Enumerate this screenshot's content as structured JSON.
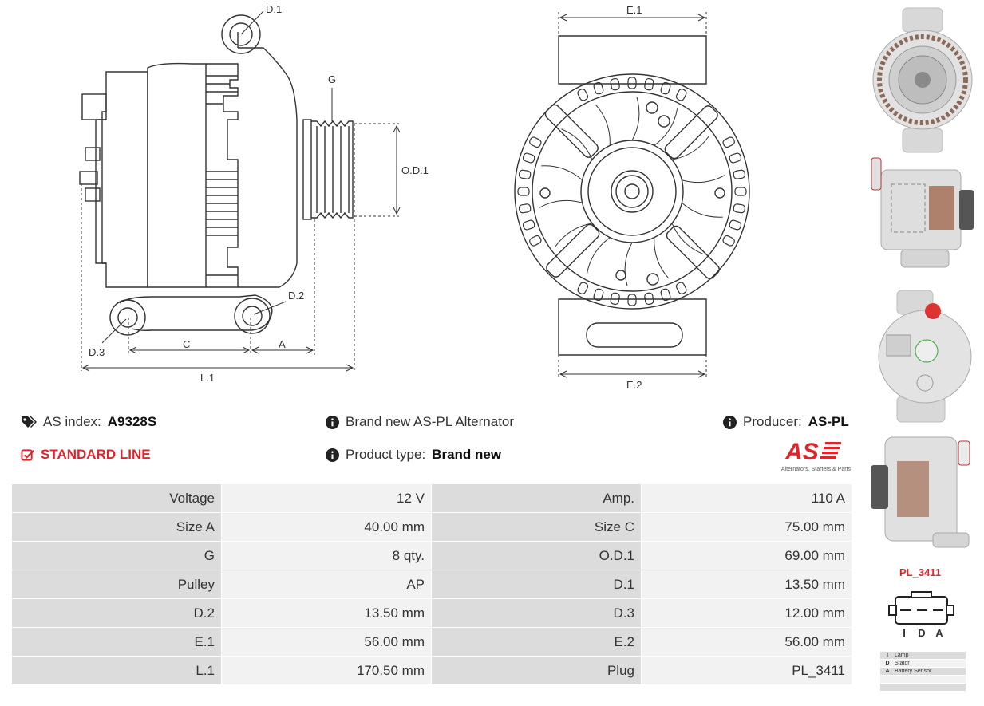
{
  "header": {
    "as_index_label": "AS index:",
    "as_index_value": "A9328S",
    "line_label": "STANDARD LINE",
    "description": "Brand new AS-PL Alternator",
    "product_type_label": "Product type:",
    "product_type_value": "Brand new",
    "producer_label": "Producer:",
    "producer_value": "AS-PL"
  },
  "logo": {
    "mark": "AS",
    "tagline": "Alternators, Starters & Parts"
  },
  "drawing_labels": {
    "d1": "D.1",
    "d2": "D.2",
    "d3": "D.3",
    "g": "G",
    "od1": "O.D.1",
    "c": "C",
    "a": "A",
    "l1": "L.1",
    "e1": "E.1",
    "e2": "E.2"
  },
  "specs": [
    [
      "Voltage",
      "12 V",
      "Amp.",
      "110 A"
    ],
    [
      "Size A",
      "40.00 mm",
      "Size C",
      "75.00 mm"
    ],
    [
      "G",
      "8 qty.",
      "O.D.1",
      "69.00 mm"
    ],
    [
      "Pulley",
      "AP",
      "D.1",
      "13.50 mm"
    ],
    [
      "D.2",
      "13.50 mm",
      "D.3",
      "12.00 mm"
    ],
    [
      "E.1",
      "56.00 mm",
      "E.2",
      "56.00 mm"
    ],
    [
      "L.1",
      "170.50 mm",
      "Plug",
      "PL_3411"
    ]
  ],
  "plug": {
    "name": "PL_3411",
    "pins": [
      "I",
      "D",
      "A"
    ],
    "legend": [
      {
        "code": "I",
        "label": "Lamp"
      },
      {
        "code": "D",
        "label": "Stator"
      },
      {
        "code": "A",
        "label": "Battery Sensor"
      }
    ]
  },
  "colors": {
    "accent": "#e0242b",
    "key_cell": "#dcdcdc",
    "value_cell": "#f2f2f2"
  },
  "icons": [
    "tags-icon",
    "checkbox-icon",
    "info-icon"
  ]
}
